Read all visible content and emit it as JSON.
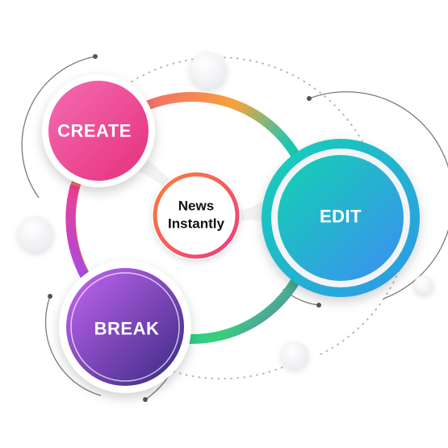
{
  "center": {
    "line1": "News",
    "line2": "Instantly"
  },
  "nodes": {
    "create": {
      "label": "CREATE"
    },
    "edit": {
      "label": "EDIT"
    },
    "break": {
      "label": "BREAK"
    }
  },
  "colors": {
    "create_start": "#f25aa6",
    "create_end": "#e8357e",
    "edit_start": "#1fd1b8",
    "edit_end": "#3a8ff0",
    "break_start": "#c060f0",
    "break_end": "#3b2a8c",
    "ring_pink": "#ee3f8f",
    "ring_orange": "#f9a23a",
    "ring_teal": "#1cc7b2",
    "ring_green": "#35d07a",
    "ring_purple": "#8a3fe0",
    "center_orange": "#f4683a",
    "center_pink": "#f0417e"
  }
}
